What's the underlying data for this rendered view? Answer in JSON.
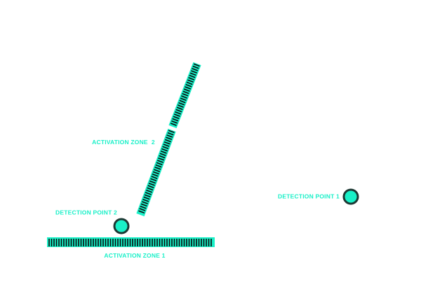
{
  "colors": {
    "accent": "#19f0c8",
    "outline": "#1c3833",
    "tick": "#0a0a0a",
    "background": "#ffffff"
  },
  "zones": [
    {
      "id": "zone1",
      "label": "ACTIVATION ZONE 1"
    },
    {
      "id": "zone2",
      "label": "ACTIVATION ZONE  2"
    }
  ],
  "points": [
    {
      "id": "point1",
      "label": "DETECTION POINT 1"
    },
    {
      "id": "point2",
      "label": "DETECTION POINT 2"
    }
  ]
}
